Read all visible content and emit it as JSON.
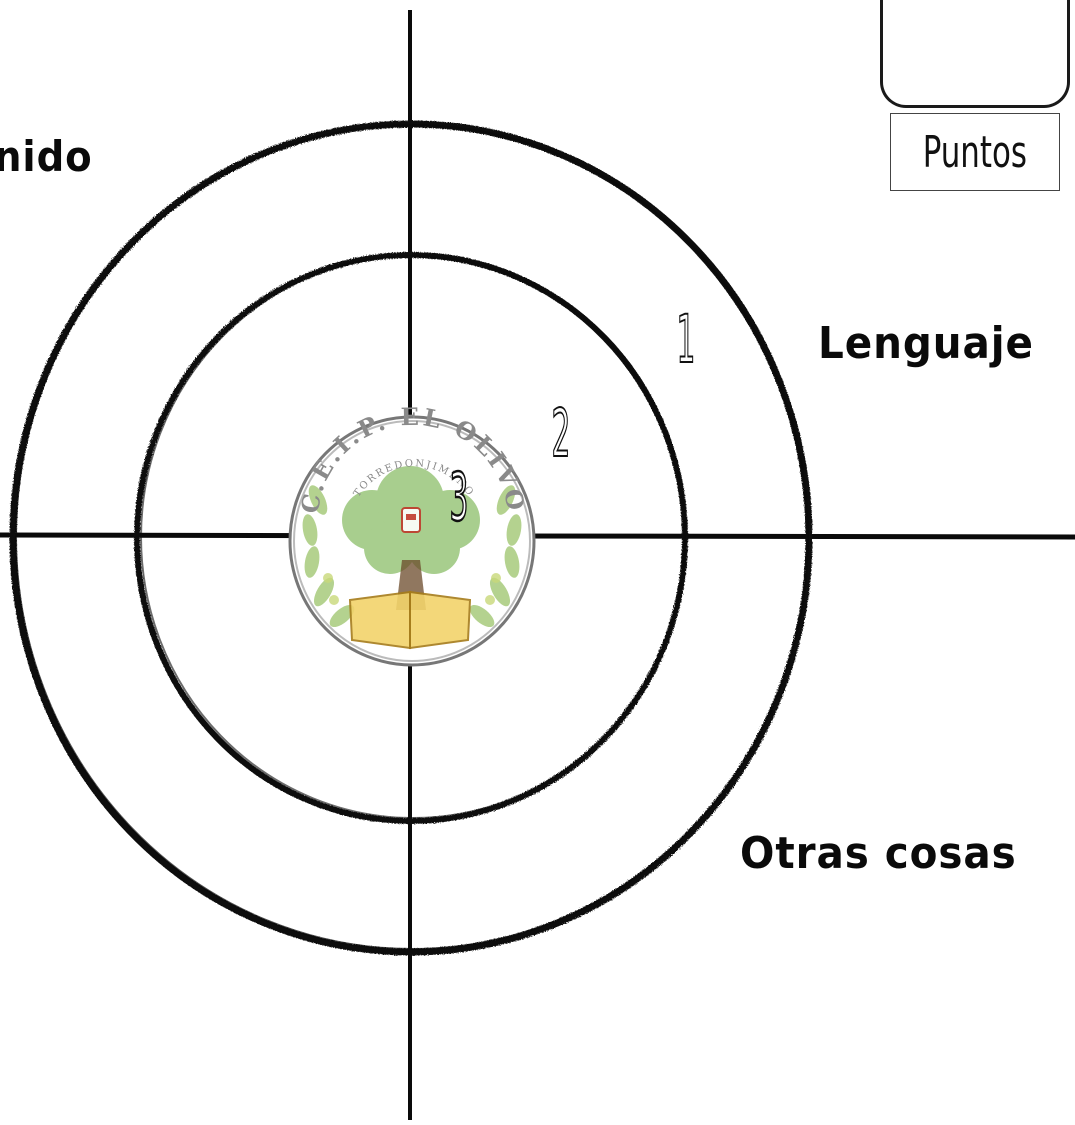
{
  "diagram": {
    "categories": {
      "contenido": "nido",
      "lenguaje": "Lenguaje",
      "otras": "Otras cosas"
    },
    "ring_scores": [
      "1",
      "2",
      "3"
    ],
    "scoreboard": {
      "label": "Puntos"
    },
    "logo": {
      "arc_text": "C.E.I.P. EL OLIVO",
      "sub_text": "TORREDONJIMENO"
    }
  },
  "colors": {
    "ink": "#0a0a0a",
    "leaf_green": "#8fbf5a",
    "tree_green": "#5fa336",
    "book_yellow": "#f2d36b",
    "logo_red": "#c0392b",
    "logo_gray": "#8a8a8a"
  }
}
